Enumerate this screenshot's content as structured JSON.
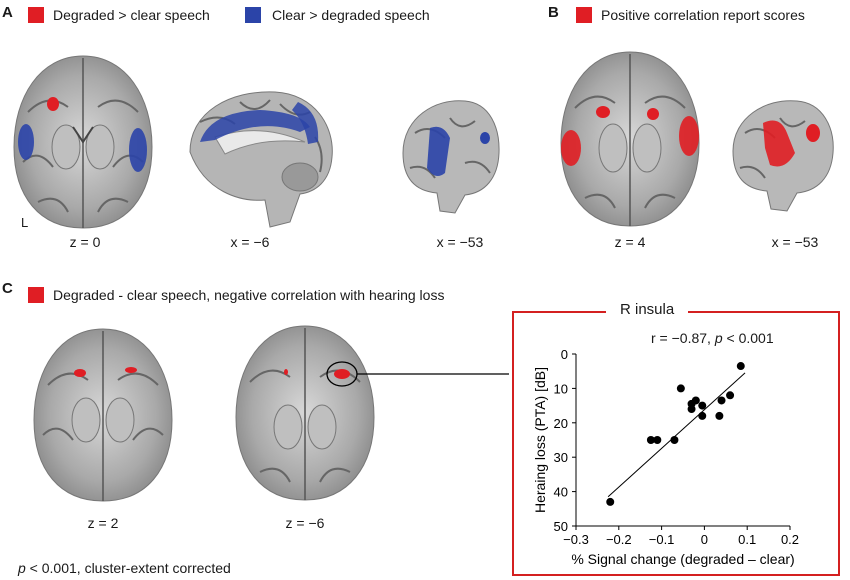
{
  "panel_a": {
    "letter": "A",
    "legend": [
      {
        "label": "Degraded > clear speech",
        "color": "#e01e24"
      },
      {
        "label": "Clear > degraded speech",
        "color": "#2b44a8"
      }
    ],
    "side_marker": "L",
    "slices": [
      "z = 0",
      "x = −6",
      "x = −53"
    ]
  },
  "panel_b": {
    "letter": "B",
    "legend": [
      {
        "label": "Positive correlation report scores",
        "color": "#e01e24"
      }
    ],
    "slices": [
      "z = 4",
      "x = −53"
    ]
  },
  "panel_c": {
    "letter": "C",
    "legend": [
      {
        "label": "Degraded - clear speech, negative correlation with hearing loss",
        "color": "#e01e24"
      }
    ],
    "slices": [
      "z = 2",
      "z = −6"
    ],
    "footnote_p": "p",
    "footnote_rest": " < 0.001, cluster-extent corrected"
  },
  "chart_data": {
    "type": "scatter",
    "title": "R insula",
    "annotation_prefix": "r = −0.87, ",
    "annotation_p": "p",
    "annotation_suffix": " < 0.001",
    "xlabel": "% Signal change (degraded – clear)",
    "ylabel": "Heraing loss (PTA) [dB]",
    "xlim": [
      -0.3,
      0.2
    ],
    "ylim": [
      0,
      50
    ],
    "y_inverted": true,
    "xticks": [
      -0.3,
      -0.2,
      -0.1,
      0,
      0.1,
      0.2
    ],
    "xtick_labels": [
      "−0.3",
      "−0.2",
      "−0.1",
      "0",
      "0.1",
      "0.2"
    ],
    "yticks": [
      0,
      10,
      20,
      30,
      40,
      50
    ],
    "ytick_labels": [
      "0",
      "10",
      "20",
      "30",
      "40",
      "50"
    ],
    "points": [
      [
        -0.22,
        43
      ],
      [
        -0.125,
        25
      ],
      [
        -0.11,
        25
      ],
      [
        -0.07,
        25
      ],
      [
        -0.055,
        10
      ],
      [
        -0.03,
        16
      ],
      [
        -0.03,
        14.5
      ],
      [
        -0.02,
        13.5
      ],
      [
        -0.005,
        18
      ],
      [
        -0.005,
        15
      ],
      [
        0.035,
        18
      ],
      [
        0.04,
        13.5
      ],
      [
        0.06,
        12
      ],
      [
        0.085,
        3.5
      ]
    ],
    "fit_line": [
      [
        -0.225,
        41.5
      ],
      [
        0.095,
        5.5
      ]
    ],
    "point_color": "#000000",
    "frame_color": "#d42020"
  }
}
